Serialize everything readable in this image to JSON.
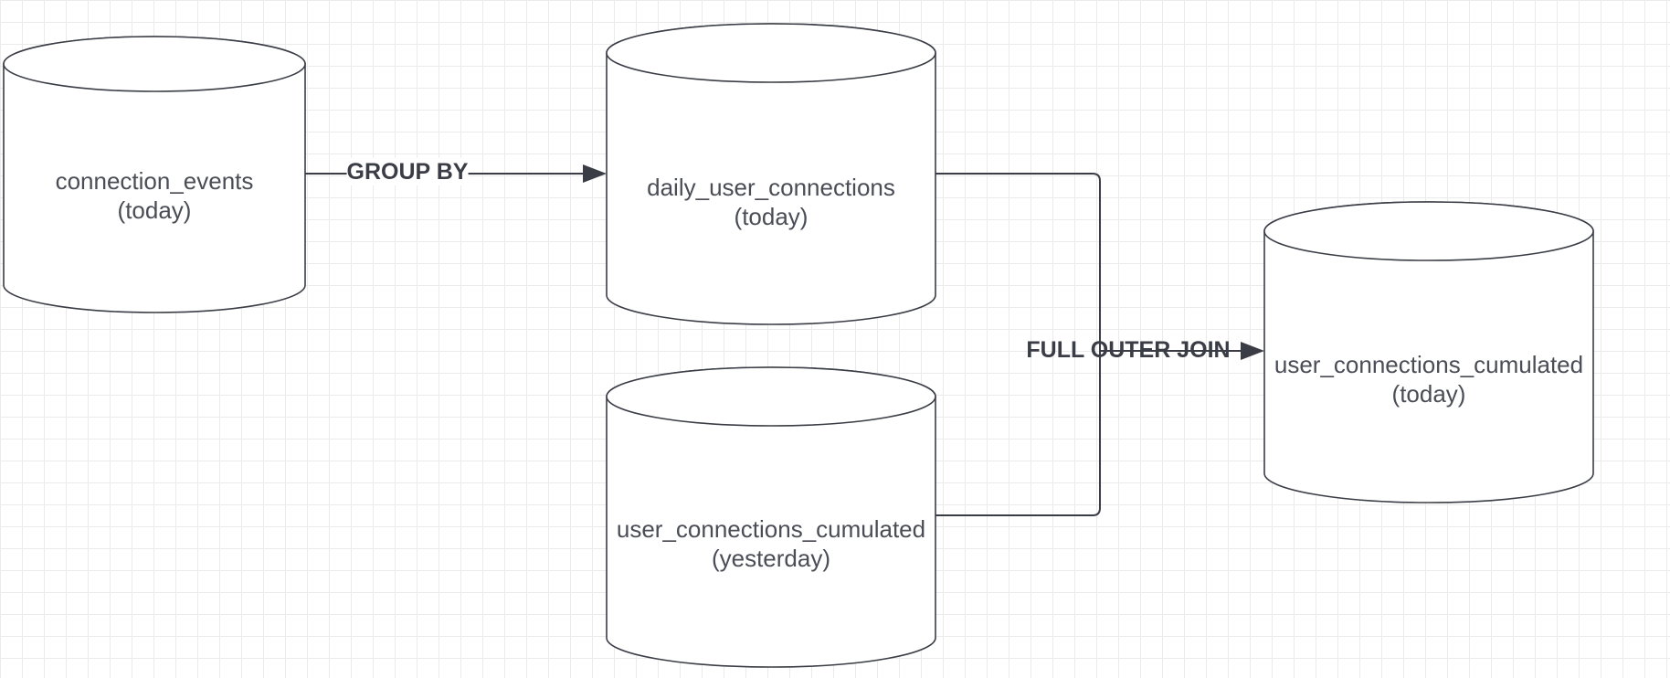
{
  "nodes": {
    "connection_events": {
      "name": "connection_events",
      "qualifier": "(today)"
    },
    "daily_user_connections": {
      "name": "daily_user_connections",
      "qualifier": "(today)"
    },
    "cumulated_yesterday": {
      "name": "user_connections_cumulated",
      "qualifier": "(yesterday)"
    },
    "cumulated_today": {
      "name": "user_connections_cumulated",
      "qualifier": "(today)"
    }
  },
  "edges": {
    "group_by": {
      "label": "GROUP BY",
      "from": "connection_events",
      "to": "daily_user_connections"
    },
    "full_outer_join": {
      "label": "FULL OUTER JOIN",
      "from": [
        "daily_user_connections",
        "cumulated_yesterday"
      ],
      "to": "cumulated_today"
    }
  },
  "colors": {
    "stroke": "#3a3d45",
    "text": "#4a4d55",
    "grid": "#ebebeb",
    "background": "#ffffff"
  }
}
